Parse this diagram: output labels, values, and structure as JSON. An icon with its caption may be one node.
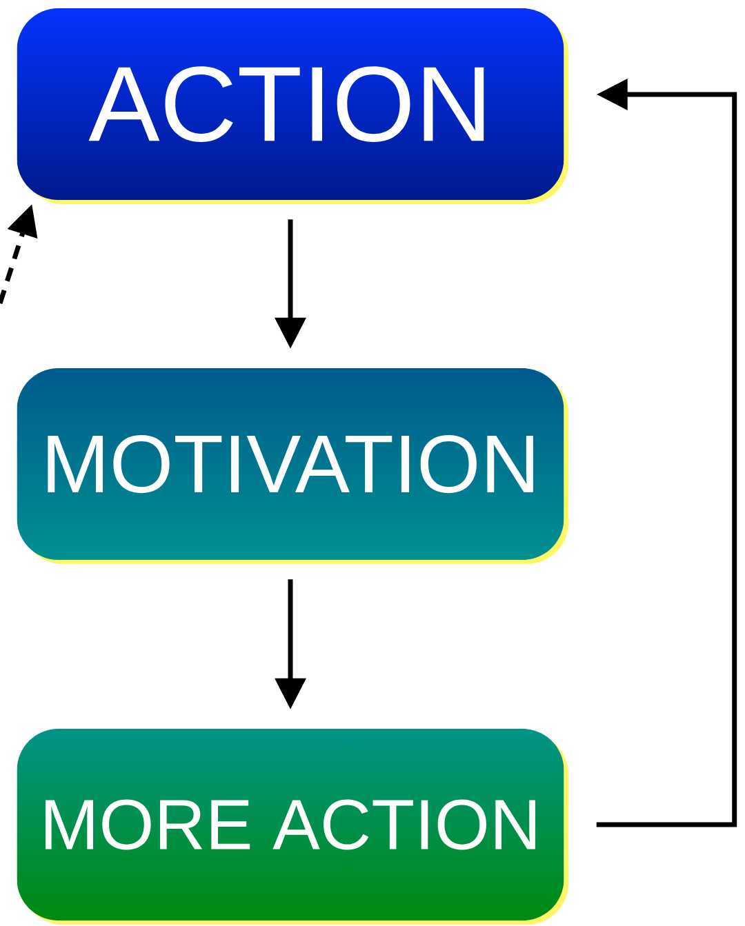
{
  "diagram": {
    "nodes": [
      {
        "text": [
          "ACTION"
        ]
      },
      {
        "text": [
          "MOTIVATION"
        ]
      },
      {
        "text": [
          "MORE ACTION"
        ]
      }
    ],
    "edges": [
      {
        "from": 0,
        "to": 1,
        "arrow": "to"
      },
      {
        "from": 1,
        "to": 2,
        "arrow": "to"
      },
      {
        "from": 2,
        "to": 0,
        "arrow": "to"
      },
      {
        "from": null,
        "to": 0,
        "arrow": "to",
        "style": "dashed"
      }
    ]
  }
}
